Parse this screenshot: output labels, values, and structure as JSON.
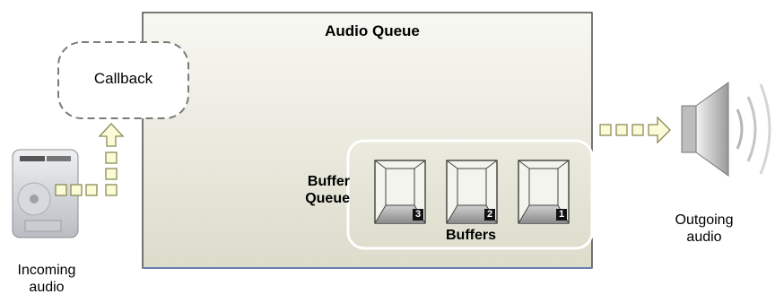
{
  "audio_queue": {
    "title": "Audio Queue"
  },
  "callback": {
    "label": "Callback"
  },
  "buffer_queue": {
    "label_line1": "Buffer",
    "label_line2": "Queue"
  },
  "buffers": {
    "label": "Buffers",
    "items": [
      {
        "number": "3"
      },
      {
        "number": "2"
      },
      {
        "number": "1"
      }
    ]
  },
  "incoming": {
    "label_line1": "Incoming",
    "label_line2": "audio",
    "icon": "hard-drive-icon"
  },
  "outgoing": {
    "label_line1": "Outgoing",
    "label_line2": "audio",
    "icon": "speaker-icon"
  },
  "colors": {
    "queue_fill_top": "#f7f7f1",
    "queue_fill_bottom": "#dcdccb",
    "packet_fill": "#fbfbd8",
    "packet_stroke": "#8b8b55",
    "dashed_stroke": "#7b7b7b",
    "buffer_pane": "#ffffff"
  }
}
